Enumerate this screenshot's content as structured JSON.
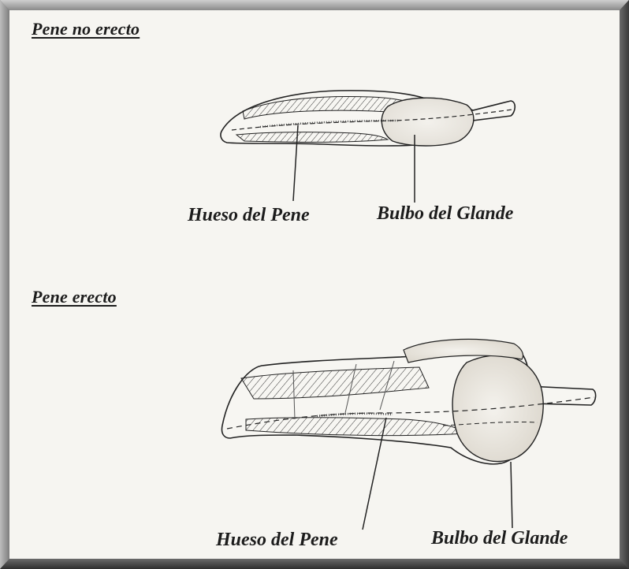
{
  "sections": {
    "top": {
      "heading": "Pene no erecto",
      "label_bone": "Hueso del Pene",
      "label_bulb": "Bulbo del Glande"
    },
    "bottom": {
      "heading": "Pene erecto",
      "label_bone": "Hueso del Pene",
      "label_bulb": "Bulbo del Glande"
    }
  },
  "colors": {
    "frame": "#6e6e6e",
    "paper": "#f6f5f1",
    "ink": "#1c1c1c"
  }
}
